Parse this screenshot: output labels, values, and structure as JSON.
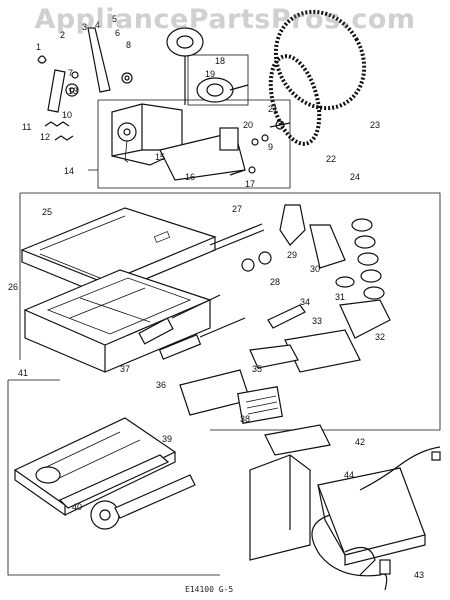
{
  "watermark": "AppliancePartsPros.com",
  "footer_code": "E14100 G-5",
  "callouts": [
    "1",
    "2",
    "3",
    "4",
    "5",
    "6",
    "7",
    "8",
    "9",
    "10",
    "11",
    "12",
    "13",
    "14",
    "15",
    "16",
    "17",
    "18",
    "19",
    "20",
    "21",
    "22",
    "23",
    "24",
    "25",
    "26",
    "27",
    "28",
    "29",
    "30",
    "31",
    "32",
    "33",
    "34",
    "35",
    "36",
    "37",
    "38",
    "39",
    "40",
    "41",
    "42",
    "43",
    "44"
  ]
}
